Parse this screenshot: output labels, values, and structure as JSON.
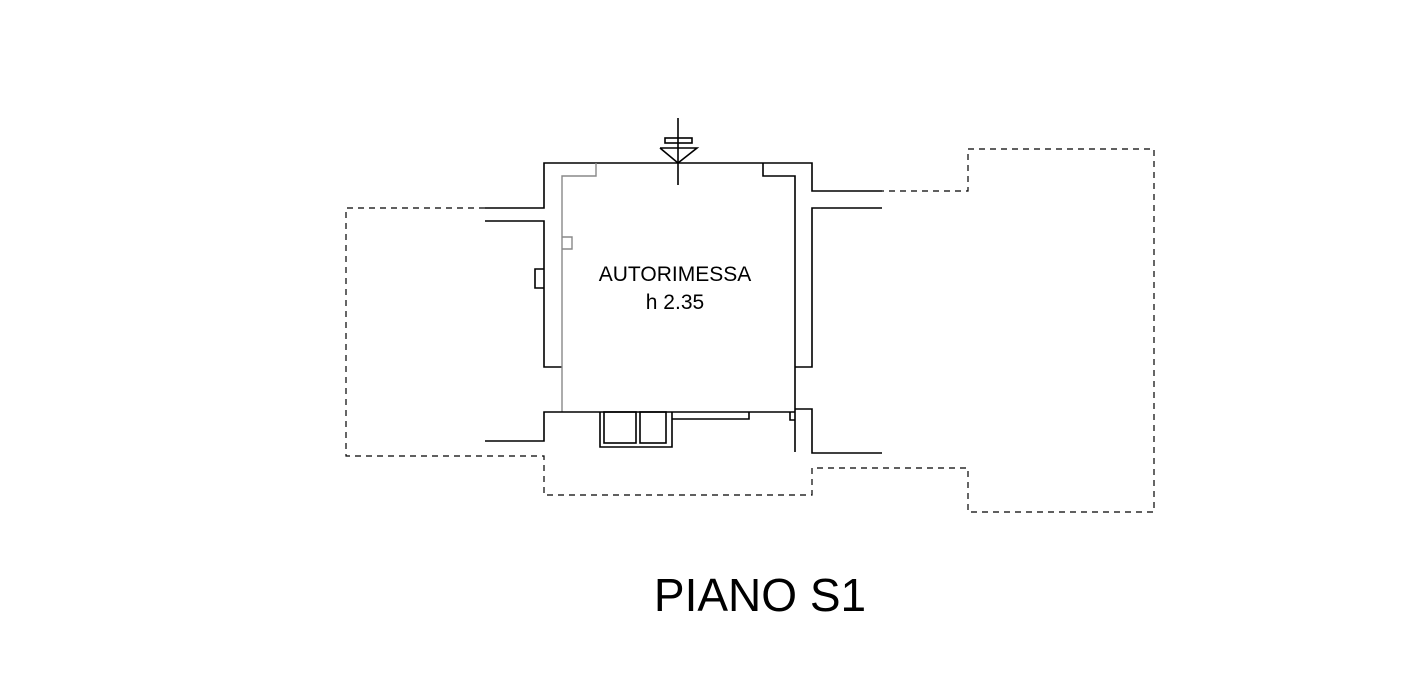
{
  "room": {
    "name": "AUTORIMESSA",
    "height": "h 2.35"
  },
  "plan_title": "PIANO S1"
}
